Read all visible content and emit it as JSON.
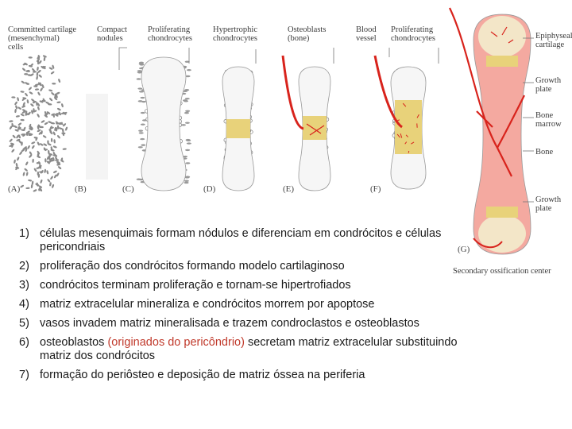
{
  "figure": {
    "labels": {
      "a": "Committed cartilage\n(mesenchymal)\ncells",
      "b": "Compact\nnodules",
      "c": "Proliferating\nchondrocytes",
      "d": "Hypertrophic\nchondrocytes",
      "e": "Osteoblasts\n(bone)",
      "f": "Blood\nvessel",
      "g": "Proliferating\nchondrocytes",
      "epiphyseal": "Epiphyseal\ncartilage",
      "growth_plate_top": "Growth\nplate",
      "bone_marrow": "Bone\nmarrow",
      "bone": "Bone",
      "growth_plate_bottom": "Growth\nplate",
      "secondary_ossification": "Secondary ossification center"
    },
    "panels": [
      "(A)",
      "(B)",
      "(C)",
      "(D)",
      "(E)",
      "(F)",
      "(G)"
    ],
    "colors": {
      "cartilage": "#f3e6c8",
      "hypertrophic": "#e8d27a",
      "bone": "#f4a9a0",
      "vessel": "#d8231c",
      "cells": "#8a8a8a"
    }
  },
  "steps": [
    {
      "num": "1)",
      "text": "células mesenquimais formam nódulos e diferenciam em condrócitos e células pericondriais"
    },
    {
      "num": "2)",
      "text": "proliferação dos condrócitos formando modelo cartilaginoso"
    },
    {
      "num": "3)",
      "text": "condrócitos terminam proliferação e tornam-se hipertrofiados"
    },
    {
      "num": "4)",
      "text": "matriz extracelular mineraliza e condrócitos morrem por apoptose"
    },
    {
      "num": "5)",
      "text": "vasos invadem matriz mineralisada e trazem condroclastos e osteoblastos"
    },
    {
      "num": "6)",
      "text_before": "osteoblastos ",
      "text_highlight": "(originados do pericôndrio)",
      "text_after": " secretam matriz extracelular substituindo matriz dos condrócitos"
    },
    {
      "num": "7)",
      "text": "formação do periôsteo e deposição de matriz óssea na periferia"
    }
  ]
}
